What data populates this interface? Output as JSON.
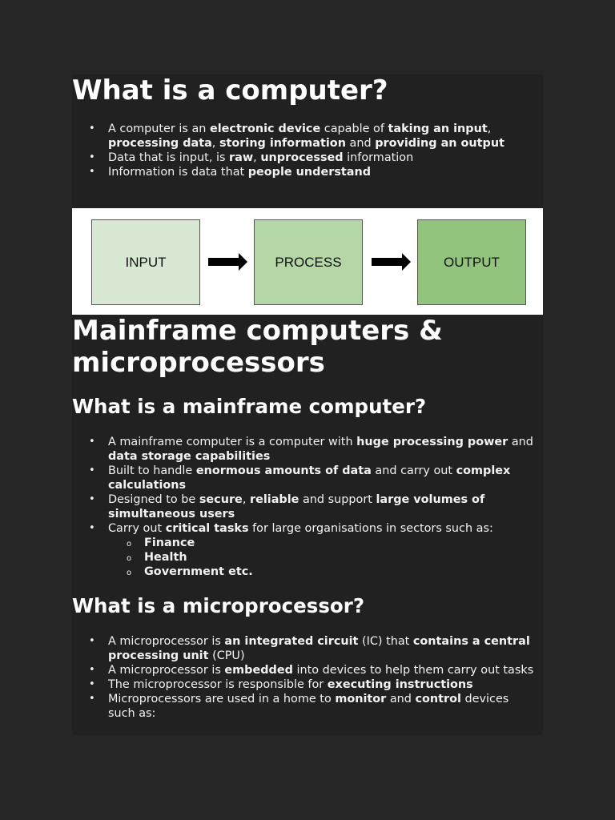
{
  "section1": {
    "title": "What is a computer?",
    "bullets": [
      [
        {
          "t": "A computer is an ",
          "b": false
        },
        {
          "t": "electronic device",
          "b": true
        },
        {
          "t": " capable of ",
          "b": false
        },
        {
          "t": "taking an input",
          "b": true
        },
        {
          "t": ", ",
          "b": false
        },
        {
          "t": "processing data",
          "b": true
        },
        {
          "t": ", ",
          "b": false
        },
        {
          "t": "storing information",
          "b": true
        },
        {
          "t": " and ",
          "b": false
        },
        {
          "t": "providing an output",
          "b": true
        }
      ],
      [
        {
          "t": "Data that is input, is ",
          "b": false
        },
        {
          "t": "raw",
          "b": true
        },
        {
          "t": ", ",
          "b": false
        },
        {
          "t": "unprocessed",
          "b": true
        },
        {
          "t": " information",
          "b": false
        }
      ],
      [
        {
          "t": "Information is data that ",
          "b": false
        },
        {
          "t": "people understand",
          "b": true
        }
      ]
    ]
  },
  "diagram": {
    "boxes": [
      {
        "label": "INPUT",
        "color": "#d9e8d2"
      },
      {
        "label": "PROCESS",
        "color": "#b5d6a6"
      },
      {
        "label": "OUTPUT",
        "color": "#93c47d"
      }
    ],
    "arrow_color": "#000000"
  },
  "section2": {
    "title": "Mainframe computers & microprocessors"
  },
  "section3": {
    "title": "What is a mainframe computer?",
    "bullets": [
      [
        {
          "t": "A mainframe computer is a computer with ",
          "b": false
        },
        {
          "t": "huge processing power",
          "b": true
        },
        {
          "t": " and ",
          "b": false
        },
        {
          "t": "data storage capabilities",
          "b": true
        }
      ],
      [
        {
          "t": "Built to handle ",
          "b": false
        },
        {
          "t": "enormous amounts of data",
          "b": true
        },
        {
          "t": " and carry out ",
          "b": false
        },
        {
          "t": "complex calculations",
          "b": true
        }
      ],
      [
        {
          "t": "Designed to be ",
          "b": false
        },
        {
          "t": "secure",
          "b": true
        },
        {
          "t": ", ",
          "b": false
        },
        {
          "t": "reliable",
          "b": true
        },
        {
          "t": " and support ",
          "b": false
        },
        {
          "t": "large volumes of simultaneous users",
          "b": true
        }
      ],
      [
        {
          "t": "Carry out ",
          "b": false
        },
        {
          "t": "critical tasks",
          "b": true
        },
        {
          "t": " for large organisations in sectors such as:",
          "b": false
        }
      ]
    ],
    "sectors": [
      "Finance",
      "Health",
      "Government etc."
    ]
  },
  "section4": {
    "title": "What is a microprocessor?",
    "bullets": [
      [
        {
          "t": "A microprocessor is ",
          "b": false
        },
        {
          "t": "an integrated circuit",
          "b": true
        },
        {
          "t": " (IC) that ",
          "b": false
        },
        {
          "t": "contains a central processing unit",
          "b": true
        },
        {
          "t": " (CPU)",
          "b": false
        }
      ],
      [
        {
          "t": "A microprocessor is ",
          "b": false
        },
        {
          "t": "embedded",
          "b": true
        },
        {
          "t": " into devices to help them carry out tasks",
          "b": false
        }
      ],
      [
        {
          "t": "The microprocessor is responsible for ",
          "b": false
        },
        {
          "t": "executing instructions",
          "b": true
        }
      ],
      [
        {
          "t": "Microprocessors are used in a home to ",
          "b": false
        },
        {
          "t": "monitor",
          "b": true
        },
        {
          "t": " and ",
          "b": false
        },
        {
          "t": "control",
          "b": true
        },
        {
          "t": " devices such as:",
          "b": false
        }
      ]
    ]
  }
}
